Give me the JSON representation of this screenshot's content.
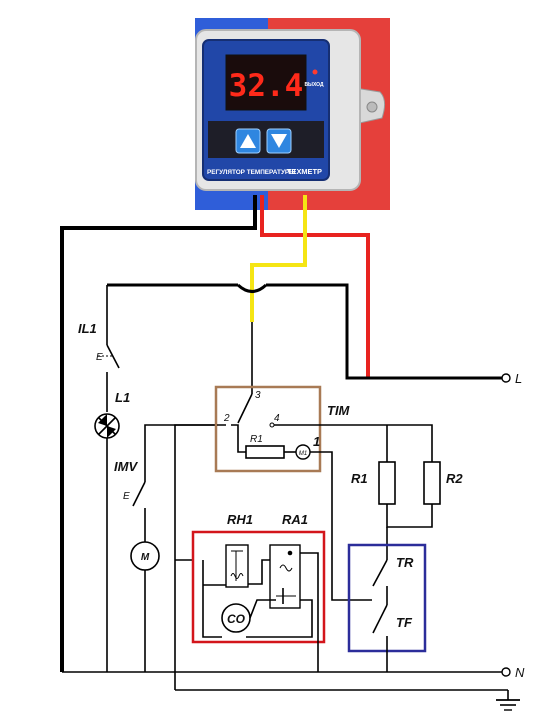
{
  "controller": {
    "display_value": "32.4",
    "label_text": "РЕГУЛЯТОР ТЕМПЕРАТУРЫ",
    "brand": "TEXMETP",
    "indicator": "ВЫХОД",
    "up_button_icon": "triangle-up-icon",
    "down_button_icon": "triangle-down-icon"
  },
  "labels": {
    "il1": "IL1",
    "l1": "L1",
    "imv": "IMV",
    "tim": "TIM",
    "rh1": "RH1",
    "ra1": "RA1",
    "r1_timer": "R1",
    "r1": "R1",
    "r2": "R2",
    "tr": "TR",
    "tf": "TF",
    "co": "CO",
    "motor": "M",
    "m1": "M1",
    "pin1": "1",
    "pin2": "2",
    "pin3": "3",
    "pin4": "4",
    "switch_e1": "E",
    "switch_e2": "E"
  },
  "terminals": {
    "line": "L",
    "neutral": "N"
  },
  "colors": {
    "wire": "#000000",
    "live": "#e8231f",
    "yellow": "#f5e514",
    "timer_box": "#a87a55",
    "relay_box": "#d3151b",
    "thermo_box": "#2b2d9a",
    "controller_blue": "#2147a8",
    "controller_red": "#e5403b"
  }
}
